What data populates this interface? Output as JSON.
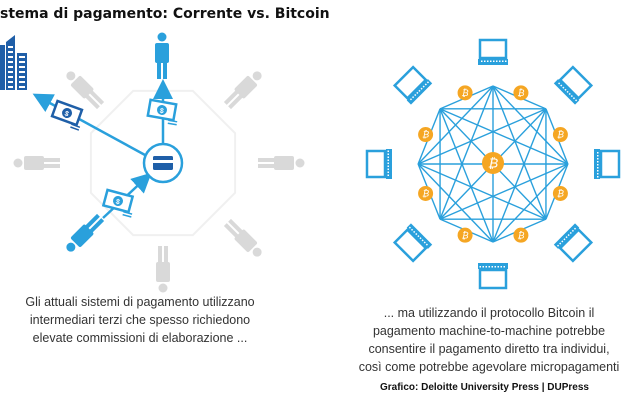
{
  "title": "stema di pagamento: Corrente vs. Bitcoin",
  "left_caption": [
    "Gli attuali sistemi di pagamento utilizzano",
    "intermediari terzi che spesso richiedono",
    "elevate commissioni  di elaborazione ..."
  ],
  "right_caption": [
    "... ma utilizzando il protocollo Bitcoin il",
    "pagamento machine-to-machine potrebbe",
    "consentire il pagamento diretto tra individui,",
    "così come potrebbe agevolare micropagamenti"
  ],
  "credit": "Grafico: Deloitte University Press | DUPress",
  "icons": {
    "money": "$",
    "bitcoin": "₿"
  },
  "colors": {
    "blue": "#2aa0dc",
    "dark_blue": "#1f5fa8",
    "gray": "#d9d9d9",
    "orange": "#f5a623"
  }
}
